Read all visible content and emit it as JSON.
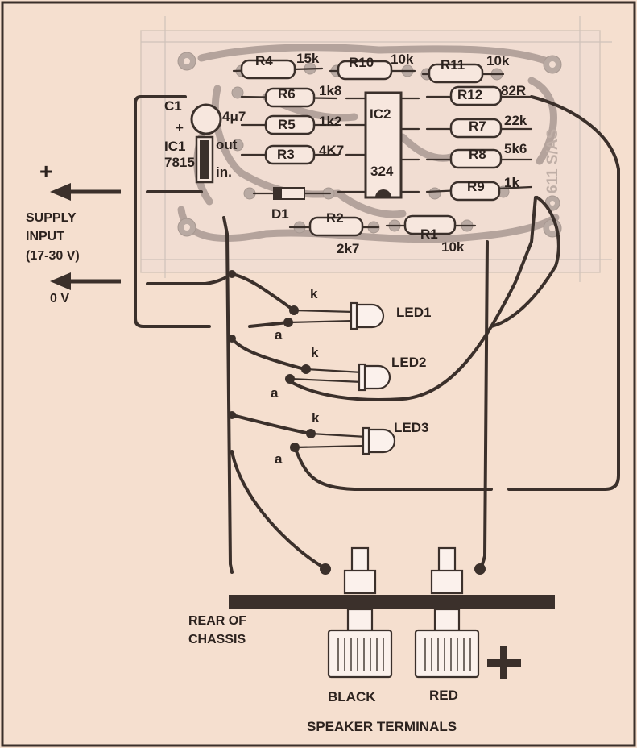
{
  "labels": {
    "r4": "R4",
    "r4_val": "15k",
    "r10": "R10",
    "r10_val": "10k",
    "r11": "R11",
    "r11_val": "10k",
    "r6": "R6",
    "r6_val": "1k8",
    "r5": "R5",
    "r5_val": "1k2",
    "r3": "R3",
    "r3_val": "4K7",
    "r12": "R12",
    "r12_val": "82R",
    "r7": "R7",
    "r7_val": "22k",
    "r8": "R8",
    "r8_val": "5k6",
    "r9": "R9",
    "r9_val": "1k",
    "r2": "R2",
    "r2_val": "2k7",
    "r1": "R1",
    "r1_val": "10k",
    "ic2": "IC2",
    "ic2_num": "324",
    "c1": "C1",
    "c1_val": "4μ7",
    "c1_plus": "+",
    "ic1": "IC1",
    "ic1_num": "7815",
    "ic1_out": "out",
    "ic1_in": "in.",
    "d1": "D1",
    "board_ref": "611 S/AS",
    "supply_plus": "+",
    "supply_input_1": "SUPPLY",
    "supply_input_2": "INPUT",
    "supply_input_3": "(17-30 V)",
    "zero_v": "0 V",
    "led1": "LED1",
    "led2": "LED2",
    "led3": "LED3",
    "k": "k",
    "a": "a",
    "rear_1": "REAR OF",
    "rear_2": "CHASSIS",
    "black": "BLACK",
    "red": "RED",
    "speaker_plus": "+",
    "speaker_terminals": "SPEAKER TERMINALS"
  }
}
